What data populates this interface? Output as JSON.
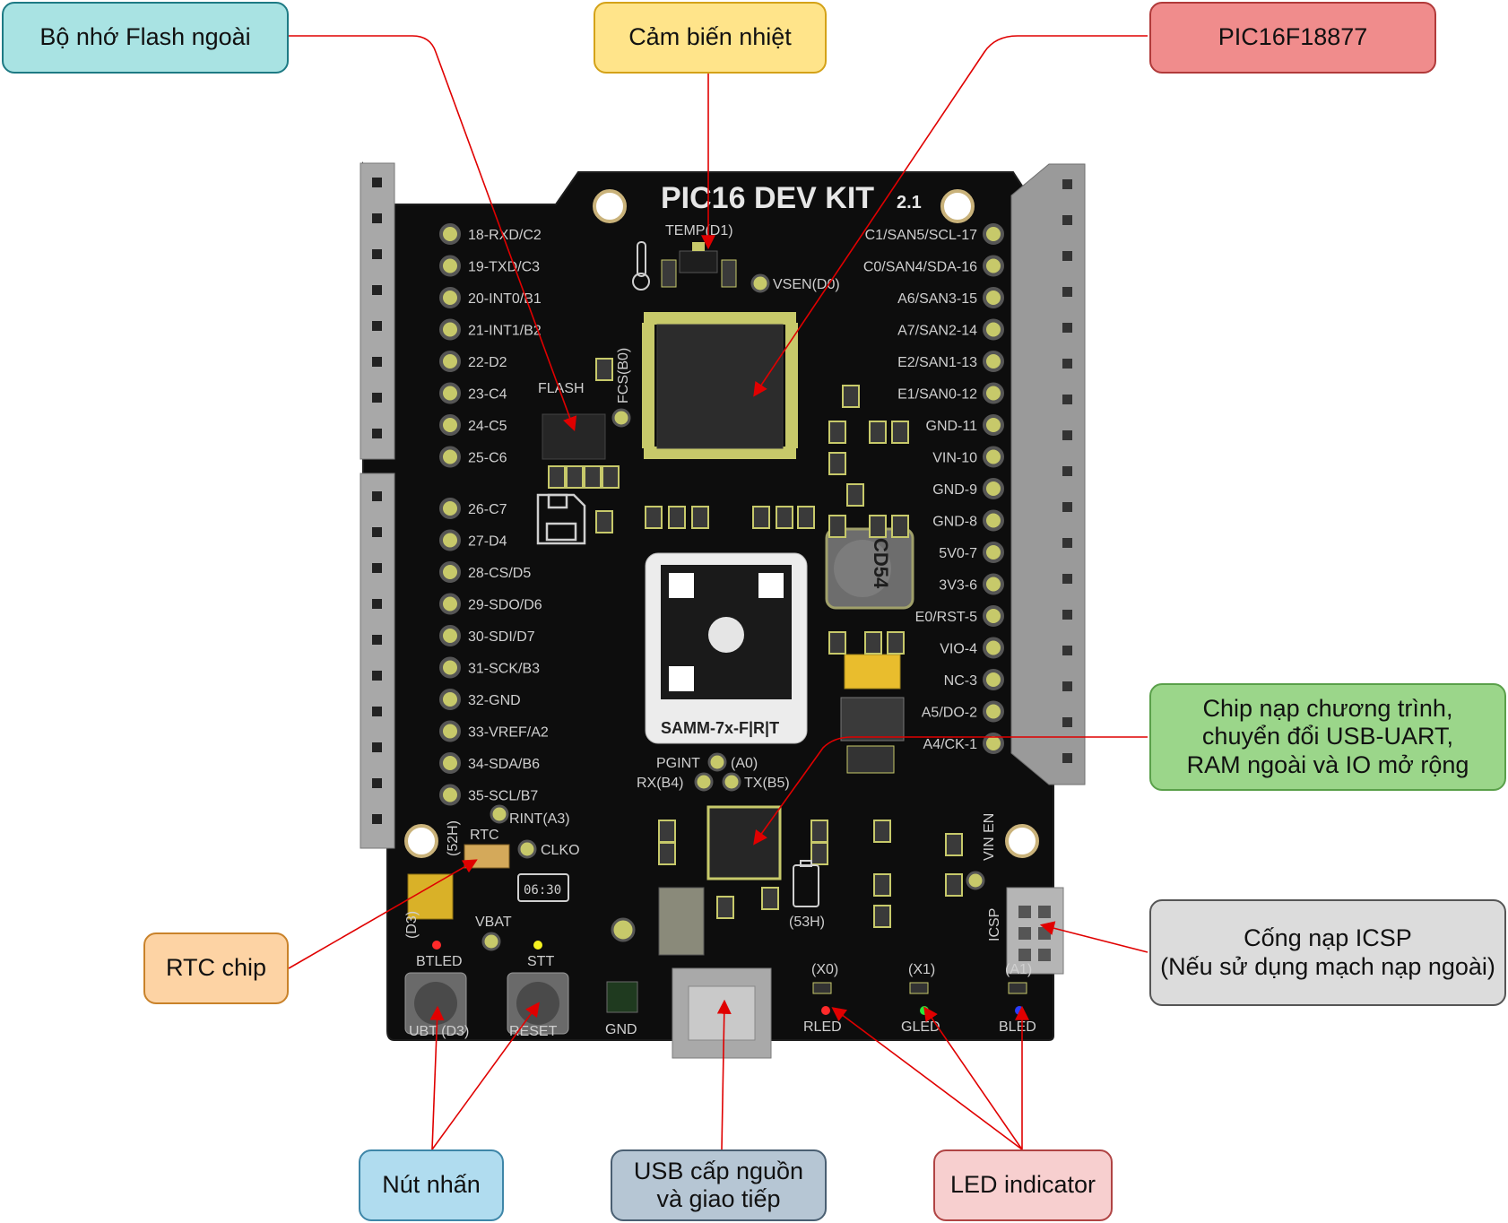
{
  "callouts": {
    "flash": {
      "text": "Bộ nhớ Flash ngoài",
      "bg": "#a9e3e3",
      "border": "#1e7a84"
    },
    "temp": {
      "text": "Cảm biến nhiệt",
      "bg": "#ffe48a",
      "border": "#d4a218"
    },
    "pic": {
      "text": "PIC16F18877",
      "bg": "#f08c8c",
      "border": "#b13a3a"
    },
    "prog": {
      "text": "Chip nạp chương trình,\nchuyển đổi USB-UART,\nRAM ngoài và IO mở rộng",
      "bg": "#9bd68a",
      "border": "#5aa04a"
    },
    "icsp": {
      "text": "Cống nạp ICSP\n(Nếu sử dụng mạch nạp ngoài)",
      "bg": "#dcdcdc",
      "border": "#555555"
    },
    "rtc": {
      "text": "RTC chip",
      "bg": "#fdd3a4",
      "border": "#c9822a"
    },
    "button": {
      "text": "Nút nhấn",
      "bg": "#b0dcef",
      "border": "#3e86a8"
    },
    "usb": {
      "text": "USB cấp nguồn\nvà giao tiếp",
      "bg": "#b6c6d4",
      "border": "#4a5f72"
    },
    "led": {
      "text": "LED indicator",
      "bg": "#f7cfcf",
      "border": "#b04444"
    }
  },
  "board": {
    "title": "PIC16 DEV KIT",
    "version": "2.1",
    "left_pins_top": [
      "18-RXD/C2",
      "19-TXD/C3",
      "20-INT0/B1",
      "21-INT1/B2",
      "22-D2",
      "23-C4",
      "24-C5",
      "25-C6"
    ],
    "left_pins_bottom": [
      "26-C7",
      "27-D4",
      "28-CS/D5",
      "29-SDO/D6",
      "30-SDI/D7",
      "31-SCK/B3",
      "32-GND",
      "33-VREF/A2",
      "34-SDA/B6",
      "35-SCL/B7"
    ],
    "right_pins": [
      "C1/SAN5/SCL-17",
      "C0/SAN4/SDA-16",
      "A6/SAN3-15",
      "A7/SAN2-14",
      "E2/SAN1-13",
      "E1/SAN0-12",
      "GND-11",
      "VIN-10",
      "GND-9",
      "GND-8",
      "5V0-7",
      "3V3-6",
      "E0/RST-5",
      "VIO-4",
      "NC-3",
      "A5/DO-2",
      "A4/CK-1"
    ],
    "labels": {
      "temp": "TEMP(D1)",
      "vsen": "VSEN(D0)",
      "flash": "FLASH",
      "fcs": "FCS(B0)",
      "inductor": "CD54",
      "module": "SAMM-7x-F|R|T",
      "pgint": "PGINT",
      "a0": "(A0)",
      "rx": "RX(B4)",
      "tx": "TX(B5)",
      "rint": "RINT(A3)",
      "rtc": "RTC",
      "h52": "(52H)",
      "clko": "CLKO",
      "clock": "06:30",
      "vbat": "VBAT",
      "d3": "(D3)",
      "btled": "BTLED",
      "stt": "STT",
      "ubt": "UBT (D3)",
      "reset": "RESET",
      "gnd": "GND",
      "h53": "(53H)",
      "vinen": "VIN EN",
      "icsp": "ICSP",
      "x0": "(X0)",
      "x1": "(X1)",
      "a1": "(A1)",
      "rled": "RLED",
      "gled": "GLED",
      "bled": "BLED"
    }
  }
}
